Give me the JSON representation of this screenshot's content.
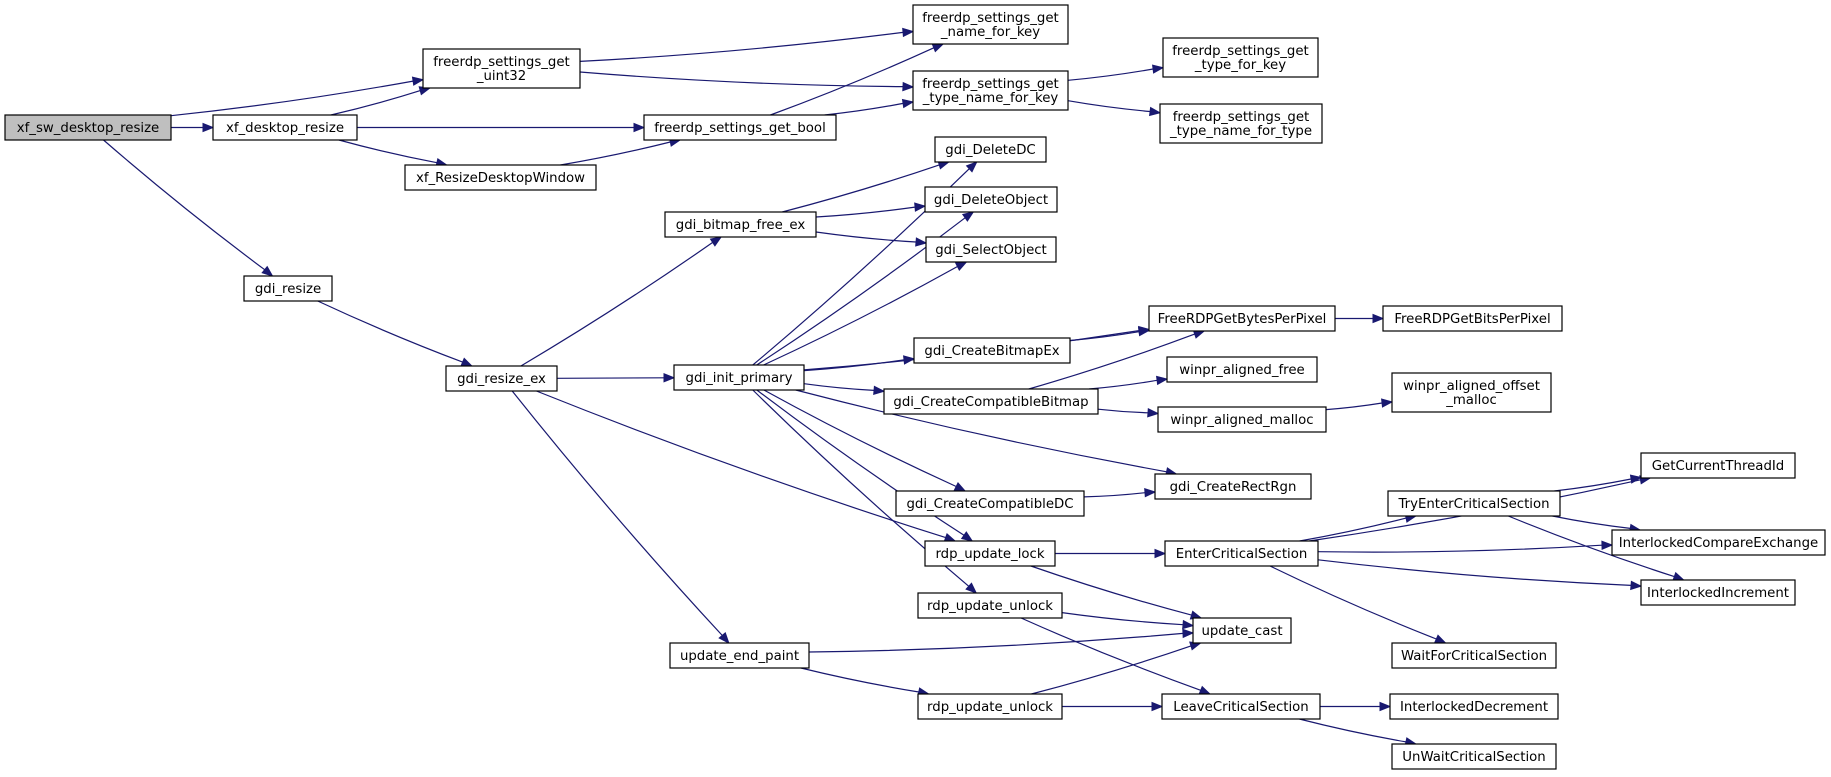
{
  "graph": {
    "root": "xf_sw_desktop_resize",
    "colors": {
      "root_fill": "#bfbfbf",
      "node_fill": "#ffffff",
      "edge": "#191970",
      "border": "#000000"
    },
    "nodes": [
      {
        "id": "xf_sw_desktop_resize",
        "lines": [
          "xf_sw_desktop_resize"
        ],
        "root": true
      },
      {
        "id": "freerdp_settings_get_uint32",
        "lines": [
          "freerdp_settings_get",
          "_uint32"
        ]
      },
      {
        "id": "xf_desktop_resize",
        "lines": [
          "xf_desktop_resize"
        ]
      },
      {
        "id": "gdi_resize",
        "lines": [
          "gdi_resize"
        ]
      },
      {
        "id": "freerdp_settings_get_name_for_key",
        "lines": [
          "freerdp_settings_get",
          "_name_for_key"
        ]
      },
      {
        "id": "freerdp_settings_get_type_name_for_key",
        "lines": [
          "freerdp_settings_get",
          "_type_name_for_key"
        ]
      },
      {
        "id": "freerdp_settings_get_type_for_key",
        "lines": [
          "freerdp_settings_get",
          "_type_for_key"
        ]
      },
      {
        "id": "freerdp_settings_get_type_name_for_type",
        "lines": [
          "freerdp_settings_get",
          "_type_name_for_type"
        ]
      },
      {
        "id": "freerdp_settings_get_bool",
        "lines": [
          "freerdp_settings_get_bool"
        ]
      },
      {
        "id": "xf_ResizeDesktopWindow",
        "lines": [
          "xf_ResizeDesktopWindow"
        ]
      },
      {
        "id": "gdi_resize_ex",
        "lines": [
          "gdi_resize_ex"
        ]
      },
      {
        "id": "gdi_bitmap_free_ex",
        "lines": [
          "gdi_bitmap_free_ex"
        ]
      },
      {
        "id": "gdi_init_primary",
        "lines": [
          "gdi_init_primary"
        ]
      },
      {
        "id": "update_end_paint",
        "lines": [
          "update_end_paint"
        ]
      },
      {
        "id": "gdi_DeleteDC",
        "lines": [
          "gdi_DeleteDC"
        ]
      },
      {
        "id": "gdi_DeleteObject",
        "lines": [
          "gdi_DeleteObject"
        ]
      },
      {
        "id": "gdi_SelectObject",
        "lines": [
          "gdi_SelectObject"
        ]
      },
      {
        "id": "FreeRDPGetBytesPerPixel",
        "lines": [
          "FreeRDPGetBytesPerPixel"
        ]
      },
      {
        "id": "FreeRDPGetBitsPerPixel",
        "lines": [
          "FreeRDPGetBitsPerPixel"
        ]
      },
      {
        "id": "gdi_CreateBitmapEx",
        "lines": [
          "gdi_CreateBitmapEx"
        ]
      },
      {
        "id": "gdi_CreateCompatibleBitmap",
        "lines": [
          "gdi_CreateCompatibleBitmap"
        ]
      },
      {
        "id": "winpr_aligned_free",
        "lines": [
          "winpr_aligned_free"
        ]
      },
      {
        "id": "winpr_aligned_malloc",
        "lines": [
          "winpr_aligned_malloc"
        ]
      },
      {
        "id": "winpr_aligned_offset_malloc",
        "lines": [
          "winpr_aligned_offset",
          "_malloc"
        ]
      },
      {
        "id": "gdi_CreateCompatibleDC",
        "lines": [
          "gdi_CreateCompatibleDC"
        ]
      },
      {
        "id": "gdi_CreateRectRgn",
        "lines": [
          "gdi_CreateRectRgn"
        ]
      },
      {
        "id": "rdp_update_lock",
        "lines": [
          "rdp_update_lock"
        ]
      },
      {
        "id": "rdp_update_unlock_1",
        "lines": [
          "rdp_update_unlock"
        ]
      },
      {
        "id": "rdp_update_unlock_2",
        "lines": [
          "rdp_update_unlock"
        ]
      },
      {
        "id": "EnterCriticalSection",
        "lines": [
          "EnterCriticalSection"
        ]
      },
      {
        "id": "update_cast",
        "lines": [
          "update_cast"
        ]
      },
      {
        "id": "LeaveCriticalSection",
        "lines": [
          "LeaveCriticalSection"
        ]
      },
      {
        "id": "TryEnterCriticalSection",
        "lines": [
          "TryEnterCriticalSection"
        ]
      },
      {
        "id": "GetCurrentThreadId",
        "lines": [
          "GetCurrentThreadId"
        ]
      },
      {
        "id": "InterlockedCompareExchange",
        "lines": [
          "InterlockedCompareExchange"
        ]
      },
      {
        "id": "InterlockedIncrement",
        "lines": [
          "InterlockedIncrement"
        ]
      },
      {
        "id": "WaitForCriticalSection",
        "lines": [
          "WaitForCriticalSection"
        ]
      },
      {
        "id": "InterlockedDecrement",
        "lines": [
          "InterlockedDecrement"
        ]
      },
      {
        "id": "UnWaitCriticalSection",
        "lines": [
          "UnWaitCriticalSection"
        ]
      }
    ],
    "edges": [
      {
        "from": "xf_sw_desktop_resize",
        "to": "freerdp_settings_get_uint32"
      },
      {
        "from": "xf_sw_desktop_resize",
        "to": "xf_desktop_resize"
      },
      {
        "from": "xf_sw_desktop_resize",
        "to": "gdi_resize"
      },
      {
        "from": "freerdp_settings_get_uint32",
        "to": "freerdp_settings_get_name_for_key"
      },
      {
        "from": "freerdp_settings_get_uint32",
        "to": "freerdp_settings_get_type_name_for_key"
      },
      {
        "from": "xf_desktop_resize",
        "to": "freerdp_settings_get_uint32"
      },
      {
        "from": "xf_desktop_resize",
        "to": "freerdp_settings_get_bool"
      },
      {
        "from": "xf_desktop_resize",
        "to": "xf_ResizeDesktopWindow"
      },
      {
        "from": "freerdp_settings_get_bool",
        "to": "freerdp_settings_get_name_for_key"
      },
      {
        "from": "freerdp_settings_get_bool",
        "to": "freerdp_settings_get_type_name_for_key"
      },
      {
        "from": "freerdp_settings_get_type_name_for_key",
        "to": "freerdp_settings_get_type_for_key"
      },
      {
        "from": "freerdp_settings_get_type_name_for_key",
        "to": "freerdp_settings_get_type_name_for_type"
      },
      {
        "from": "xf_ResizeDesktopWindow",
        "to": "freerdp_settings_get_bool"
      },
      {
        "from": "gdi_resize",
        "to": "gdi_resize_ex"
      },
      {
        "from": "gdi_resize_ex",
        "to": "gdi_bitmap_free_ex"
      },
      {
        "from": "gdi_resize_ex",
        "to": "gdi_init_primary"
      },
      {
        "from": "gdi_resize_ex",
        "to": "rdp_update_lock"
      },
      {
        "from": "gdi_resize_ex",
        "to": "update_end_paint"
      },
      {
        "from": "gdi_bitmap_free_ex",
        "to": "gdi_DeleteDC"
      },
      {
        "from": "gdi_bitmap_free_ex",
        "to": "gdi_DeleteObject"
      },
      {
        "from": "gdi_bitmap_free_ex",
        "to": "gdi_SelectObject"
      },
      {
        "from": "gdi_init_primary",
        "to": "gdi_DeleteDC"
      },
      {
        "from": "gdi_init_primary",
        "to": "gdi_DeleteObject"
      },
      {
        "from": "gdi_init_primary",
        "to": "gdi_SelectObject"
      },
      {
        "from": "gdi_init_primary",
        "to": "FreeRDPGetBytesPerPixel"
      },
      {
        "from": "gdi_init_primary",
        "to": "gdi_CreateBitmapEx"
      },
      {
        "from": "gdi_init_primary",
        "to": "gdi_CreateCompatibleBitmap"
      },
      {
        "from": "gdi_init_primary",
        "to": "gdi_CreateRectRgn"
      },
      {
        "from": "gdi_init_primary",
        "to": "gdi_CreateCompatibleDC"
      },
      {
        "from": "gdi_init_primary",
        "to": "rdp_update_lock"
      },
      {
        "from": "gdi_init_primary",
        "to": "rdp_update_unlock_1"
      },
      {
        "from": "FreeRDPGetBytesPerPixel",
        "to": "FreeRDPGetBitsPerPixel"
      },
      {
        "from": "gdi_CreateBitmapEx",
        "to": "FreeRDPGetBytesPerPixel"
      },
      {
        "from": "gdi_CreateCompatibleBitmap",
        "to": "FreeRDPGetBytesPerPixel"
      },
      {
        "from": "gdi_CreateCompatibleBitmap",
        "to": "winpr_aligned_free"
      },
      {
        "from": "gdi_CreateCompatibleBitmap",
        "to": "winpr_aligned_malloc"
      },
      {
        "from": "winpr_aligned_malloc",
        "to": "winpr_aligned_offset_malloc"
      },
      {
        "from": "gdi_CreateCompatibleDC",
        "to": "gdi_CreateRectRgn"
      },
      {
        "from": "rdp_update_lock",
        "to": "EnterCriticalSection"
      },
      {
        "from": "rdp_update_lock",
        "to": "update_cast"
      },
      {
        "from": "rdp_update_unlock_1",
        "to": "update_cast"
      },
      {
        "from": "rdp_update_unlock_1",
        "to": "LeaveCriticalSection"
      },
      {
        "from": "update_end_paint",
        "to": "update_cast"
      },
      {
        "from": "update_end_paint",
        "to": "rdp_update_unlock_2"
      },
      {
        "from": "rdp_update_unlock_2",
        "to": "update_cast"
      },
      {
        "from": "rdp_update_unlock_2",
        "to": "LeaveCriticalSection"
      },
      {
        "from": "EnterCriticalSection",
        "to": "TryEnterCriticalSection"
      },
      {
        "from": "EnterCriticalSection",
        "to": "GetCurrentThreadId"
      },
      {
        "from": "EnterCriticalSection",
        "to": "InterlockedCompareExchange"
      },
      {
        "from": "EnterCriticalSection",
        "to": "InterlockedIncrement"
      },
      {
        "from": "EnterCriticalSection",
        "to": "WaitForCriticalSection"
      },
      {
        "from": "TryEnterCriticalSection",
        "to": "GetCurrentThreadId"
      },
      {
        "from": "TryEnterCriticalSection",
        "to": "InterlockedCompareExchange"
      },
      {
        "from": "TryEnterCriticalSection",
        "to": "InterlockedIncrement"
      },
      {
        "from": "LeaveCriticalSection",
        "to": "InterlockedDecrement"
      },
      {
        "from": "LeaveCriticalSection",
        "to": "UnWaitCriticalSection"
      }
    ]
  }
}
